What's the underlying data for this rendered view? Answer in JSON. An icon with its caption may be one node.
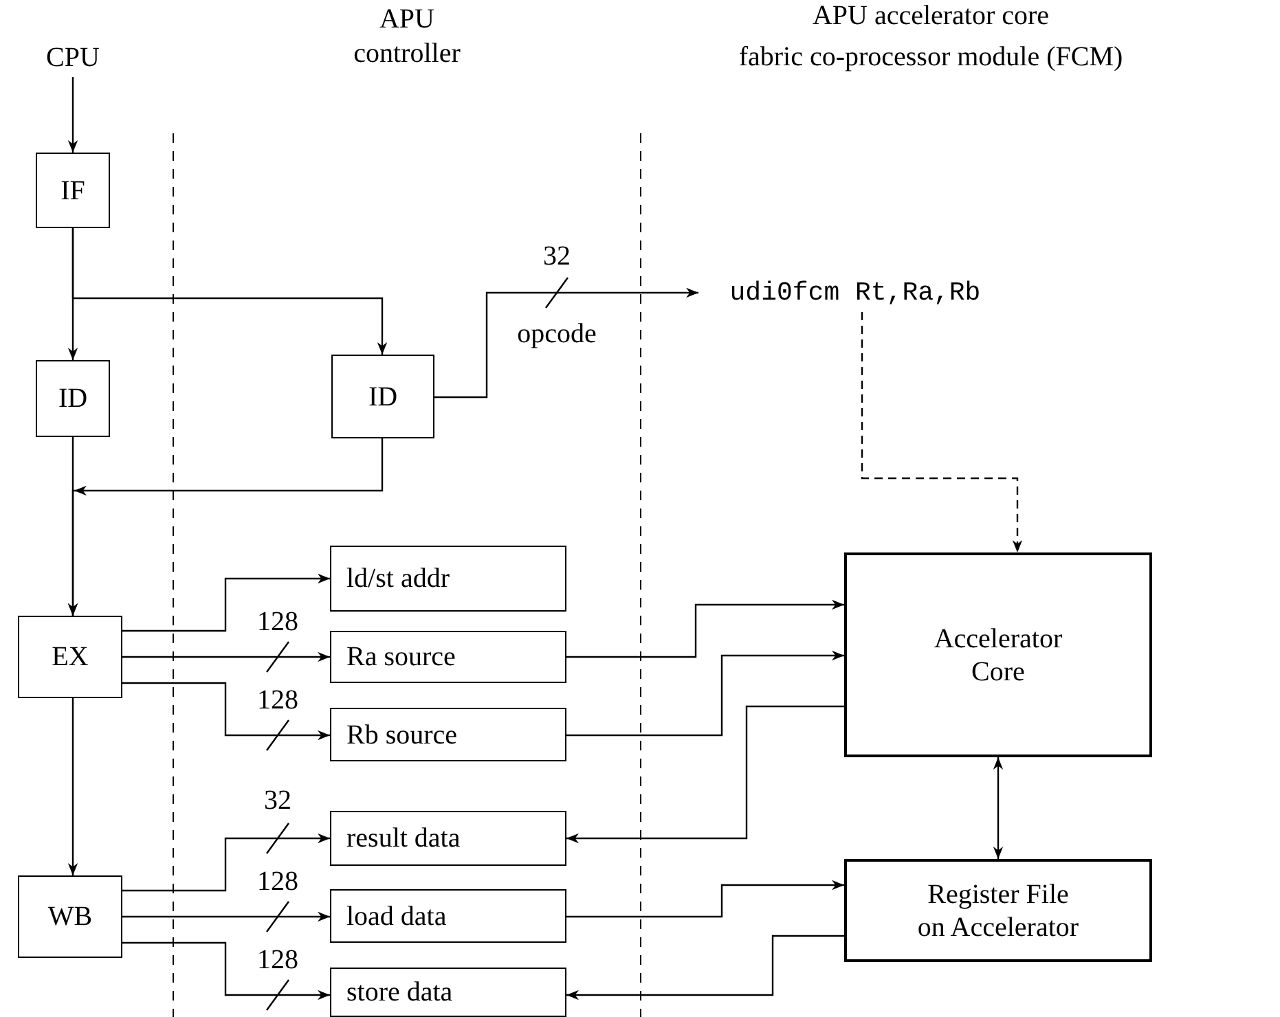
{
  "diagram": {
    "nodes": [
      {
        "text": [
          "CPU"
        ]
      },
      {
        "text": [
          "IF"
        ]
      },
      {
        "text": [
          "ID"
        ]
      },
      {
        "text": [
          "ID"
        ]
      },
      {
        "text": [
          "udi0fcm Rt,Ra,Rb"
        ]
      },
      {
        "text": [
          "EX"
        ]
      },
      {
        "text": [
          "ld/st addr"
        ]
      },
      {
        "text": [
          "Ra source"
        ]
      },
      {
        "text": [
          "Rb source"
        ]
      },
      {
        "text": [
          "WB"
        ]
      },
      {
        "text": [
          "result data"
        ]
      },
      {
        "text": [
          "load data"
        ]
      },
      {
        "text": [
          "store data"
        ]
      },
      {
        "text": [
          "Accelerator Core"
        ]
      },
      {
        "text": [
          "Register File on Accelerator"
        ]
      }
    ],
    "edges": [
      {
        "from": 0,
        "to": 1,
        "arrow": "to"
      },
      {
        "from": 1,
        "to": 2,
        "arrow": "to"
      },
      {
        "from": 1,
        "to": 3,
        "arrow": "to"
      },
      {
        "from": 3,
        "to": 4,
        "arrow": "to",
        "label": "opcode"
      },
      {
        "from": 2,
        "to": 5,
        "arrow": "to"
      },
      {
        "from": 3,
        "to": 5,
        "arrow": "to"
      },
      {
        "from": 4,
        "to": 13,
        "arrow": "to",
        "style": "dashed"
      },
      {
        "from": 5,
        "to": 6,
        "arrow": "to"
      },
      {
        "from": 5,
        "to": 7,
        "arrow": "to"
      },
      {
        "from": 5,
        "to": 8,
        "arrow": "to"
      },
      {
        "from": 5,
        "to": 9,
        "arrow": "to"
      },
      {
        "from": 7,
        "to": 13,
        "arrow": "to"
      },
      {
        "from": 8,
        "to": 13,
        "arrow": "to"
      },
      {
        "from": 13,
        "to": 10,
        "arrow": "to"
      },
      {
        "from": 13,
        "to": 14,
        "arrow": "both"
      },
      {
        "from": 9,
        "to": 10,
        "arrow": "to"
      },
      {
        "from": 9,
        "to": 11,
        "arrow": "to"
      },
      {
        "from": 9,
        "to": 12,
        "arrow": "to"
      },
      {
        "from": 11,
        "to": 14,
        "arrow": "to"
      },
      {
        "from": 14,
        "to": 12,
        "arrow": "to"
      }
    ],
    "labels": [
      "APU controller",
      "APU accelerator core",
      "fabric co-processor module (FCM)",
      "32",
      "128",
      "128",
      "32",
      "128",
      "128"
    ]
  }
}
